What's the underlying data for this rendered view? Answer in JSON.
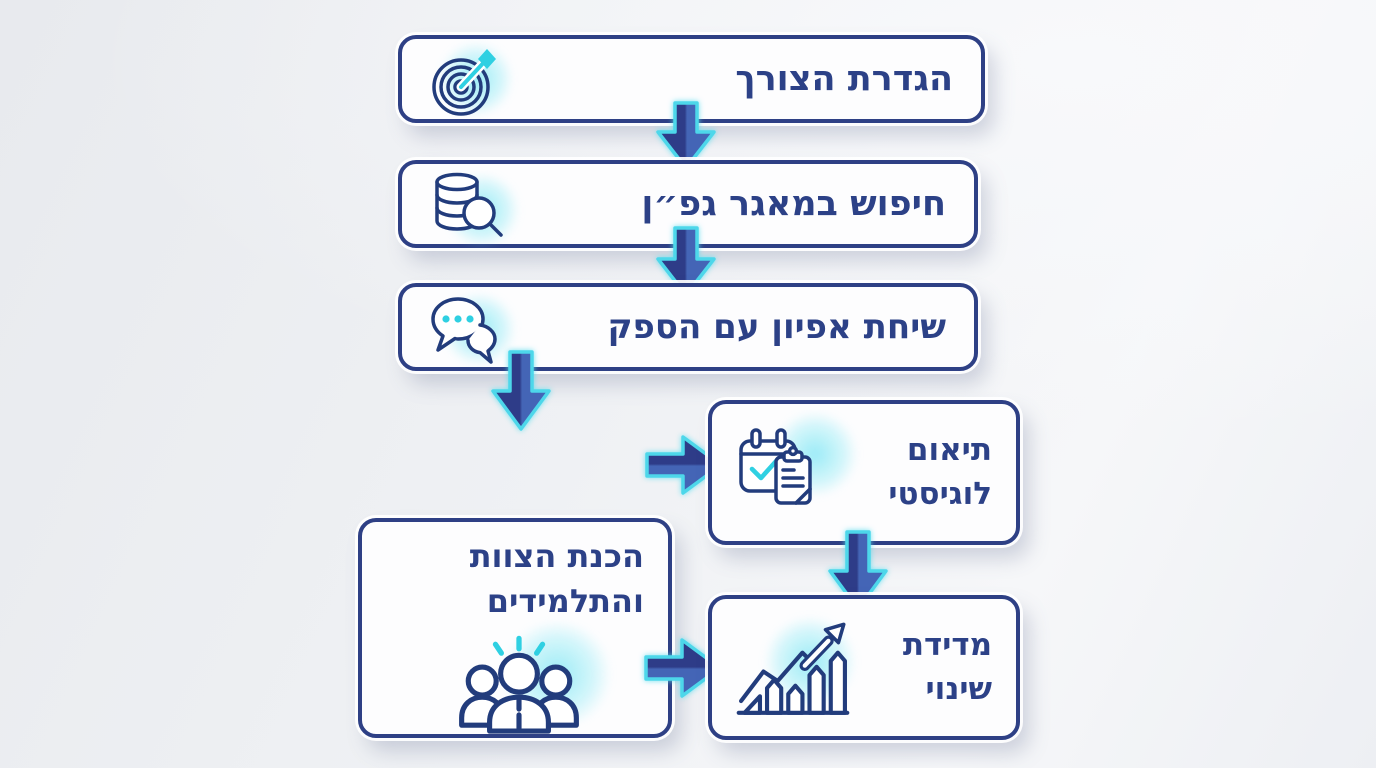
{
  "diagram": {
    "type": "flowchart",
    "language": "he",
    "direction": "rtl",
    "nodes": {
      "define_need": {
        "label": "הגדרת הצורך",
        "icon": "target-icon"
      },
      "search_gefen": {
        "label": "חיפוש במאגר גפ״ן",
        "icon": "database-search-icon"
      },
      "supplier_call": {
        "label": "שיחת אפיון עם הספק",
        "icon": "chat-bubbles-icon"
      },
      "logistics": {
        "line1": "תיאום",
        "line2": "לוגיסטי",
        "icon": "calendar-check-clipboard-icon"
      },
      "prepare_team": {
        "line1": "הכנת הצוות",
        "line2": "והתלמידים",
        "icon": "team-people-icon"
      },
      "measure_change": {
        "line1": "מדידת",
        "line2": "שינוי",
        "icon": "growth-chart-arrow-icon"
      }
    },
    "connections": [
      {
        "from": "define_need",
        "to": "search_gefen",
        "arrow": "down"
      },
      {
        "from": "search_gefen",
        "to": "supplier_call",
        "arrow": "down"
      },
      {
        "from": "supplier_call",
        "to": "logistics",
        "arrow": "down-then-right"
      },
      {
        "from": "logistics",
        "to": "measure_change",
        "arrow": "down"
      },
      {
        "from": "prepare_team",
        "to": "measure_change",
        "arrow": "right"
      }
    ],
    "colors": {
      "background": "#eff1f4",
      "box_fill": "#fdfdfe",
      "box_border": "#2e4085",
      "text": "#2c4187",
      "arrow_dark": "#2e3c88",
      "arrow_light": "#4465b6",
      "arrow_outline": "#4dd7ea",
      "icon_navy": "#223c7c",
      "icon_cyan": "#2fd0e2",
      "glow_cyan": "#7be7f5"
    }
  }
}
